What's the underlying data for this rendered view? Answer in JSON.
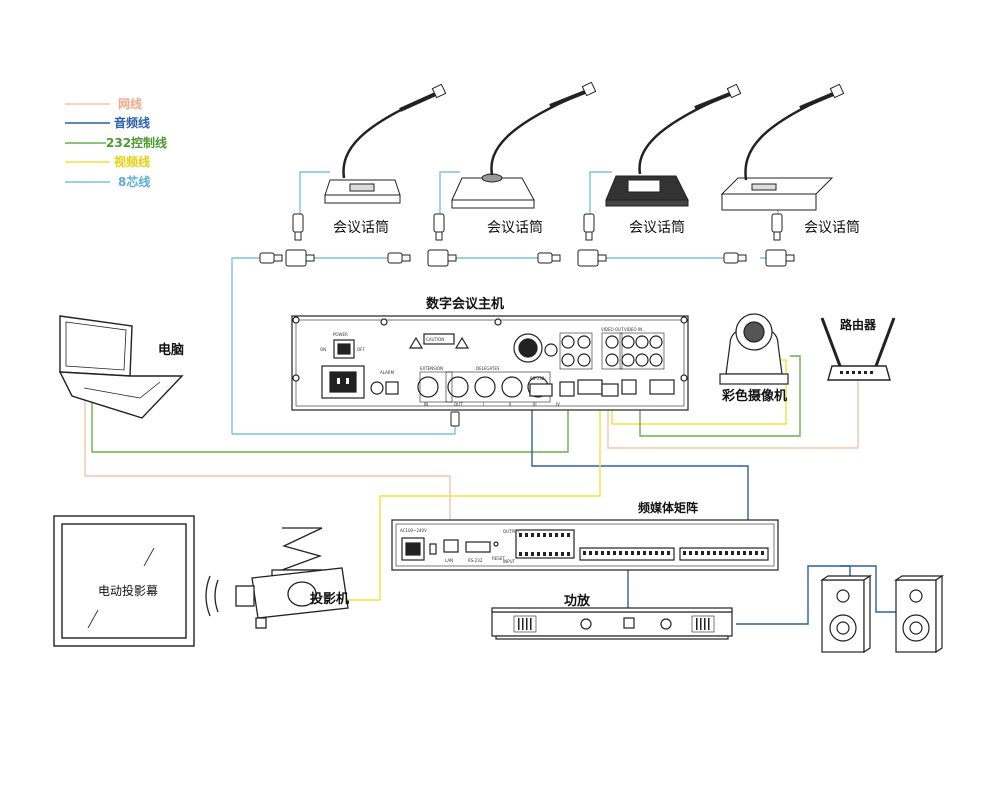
{
  "legend": [
    {
      "label": "网线",
      "color": "#f3c6a8"
    },
    {
      "label": "音频线",
      "color": "#2c5fa8"
    },
    {
      "label": "232控制线",
      "color": "#6ab04c"
    },
    {
      "label": "视频线",
      "color": "#f2e23a"
    },
    {
      "label": "8芯线",
      "color": "#7cc3e0"
    }
  ],
  "microphones": [
    {
      "label": "会议话筒"
    },
    {
      "label": "会议话筒"
    },
    {
      "label": "会议话筒"
    },
    {
      "label": "会议话筒"
    }
  ],
  "devices": {
    "host": "数字会议主机",
    "computer": "电脑",
    "camera": "彩色摄像机",
    "router": "路由器",
    "matrix": "频媒体矩阵",
    "amplifier": "功放",
    "projector": "投影机",
    "screen": "电动投影幕"
  },
  "host_panel": {
    "power": "POWER",
    "on": "ON",
    "off": "OFF",
    "caution": "CAUTION",
    "alarm": "ALARM",
    "extension": "EXTENSION",
    "delegates": "DELEGATES",
    "ports": [
      "I",
      "II",
      "III",
      "IV"
    ],
    "in": "IN",
    "out": "OUT",
    "rs232": "RS-232",
    "video_in": "VIDEO IN",
    "video_out": "VIDEO OUT"
  },
  "matrix_panel": {
    "power": "AC100~240V",
    "lan": "LAN",
    "rs232": "RS-232",
    "reset": "RESET",
    "output": "OUTPUT",
    "input": "INPUT"
  },
  "colors": {
    "network": "#f3c6a8",
    "audio": "#2c5fa8",
    "control": "#6ab04c",
    "video": "#f2e23a",
    "eight_core": "#7cc3e0",
    "outline": "#222222"
  }
}
